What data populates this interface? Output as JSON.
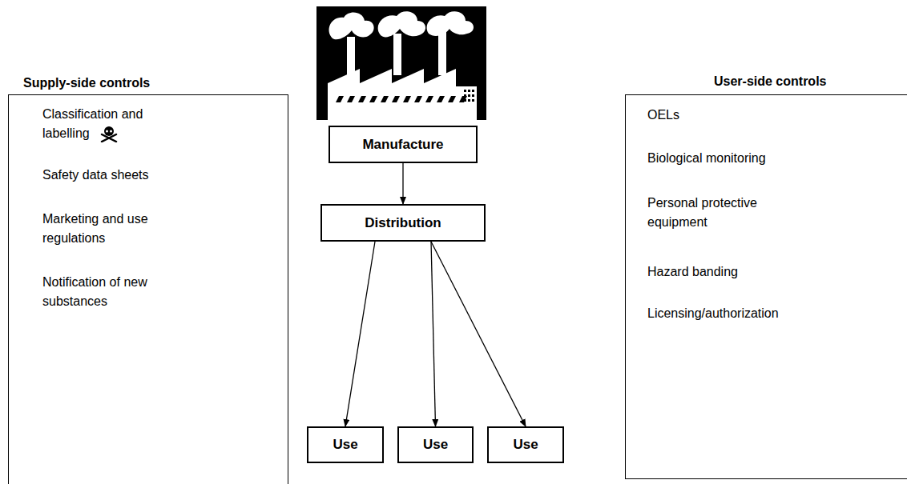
{
  "diagram": {
    "nodes": [
      {
        "text": [
          "Supply-side controls",
          "Classification and labelling",
          "Safety data sheets",
          "Marketing and use regulations",
          "Notification of new substances"
        ]
      },
      {
        "text": [
          "Manufacture"
        ]
      },
      {
        "text": [
          "Distribution"
        ]
      },
      {
        "text": [
          "Use"
        ]
      },
      {
        "text": [
          "Use"
        ]
      },
      {
        "text": [
          "Use"
        ]
      },
      {
        "text": [
          "User-side controls",
          "OELs",
          "Biological monitoring",
          "Personal protective equipment",
          "Hazard banding",
          "Licensing/authorization"
        ]
      }
    ],
    "edges": [
      {
        "from": 1,
        "to": 2,
        "arrow": "to"
      },
      {
        "from": 2,
        "to": 3,
        "arrow": "to"
      },
      {
        "from": 2,
        "to": 4,
        "arrow": "to"
      },
      {
        "from": 2,
        "to": 5,
        "arrow": "to"
      }
    ]
  }
}
